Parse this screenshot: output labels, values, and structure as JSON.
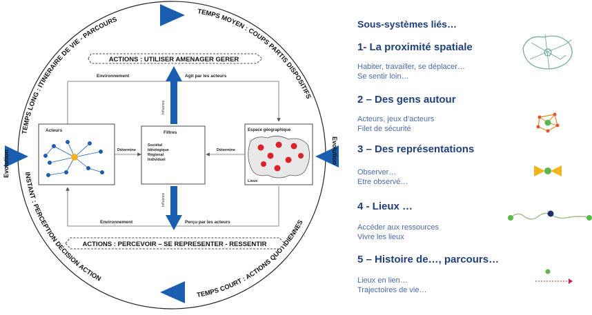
{
  "diagram": {
    "arc_labels": {
      "top_left": "TEMPS LONG : ITINERAIRE DE VIE - PARCOURS",
      "top_right": "TEMPS MOYEN : COUPS PARTIS DISPOSITIFS",
      "bottom_left": "INSTANT : PERCEPTION DECISION ACTION",
      "bottom_right": "TEMPS COURT : ACTIONS QUOTIDIENNES"
    },
    "evolution_left": "Evolution",
    "evolution_right": "Evolution",
    "actions_top": "ACTIONS : UTILISER AMENAGER GERER",
    "actions_bottom": "ACTIONS : PERCEVOIR – SE REPRESENTER - RESSENTIR",
    "env_top": "Environnement",
    "agit": "Agit par les acteurs",
    "env_bottom": "Environnement",
    "percu": "Perçu par les acteurs",
    "influence_top": "Influence",
    "influence_bottom": "Influence",
    "acteurs_title": "Acteurs",
    "filtres_title": "Filtres",
    "filtres_items": [
      "Sociétal",
      "Idéologique",
      "Régional",
      "Individuel"
    ],
    "espace_title": "Espace géographique",
    "lieux": "Lieux",
    "determine_left": "Détermine",
    "determine_right": "Détermine",
    "colors": {
      "arrow": "#1b5eb0",
      "text": "#1f3f7a",
      "red": "#d8232a",
      "gold": "#f2b31c"
    }
  },
  "right": {
    "heading": "Sous-systèmes liés…",
    "sections": [
      {
        "title": "1- La proximité spatiale",
        "lines": [
          "Habiter, travailler, se déplacer…",
          "Se sentir loin…"
        ],
        "icon": "scribble-map-icon"
      },
      {
        "title": "2 – Des gens autour",
        "lines": [
          "Acteurs, jeux d’acteurs",
          "Filet de sécurité"
        ],
        "icon": "actor-network-icon"
      },
      {
        "title": "3 – Des représentations",
        "lines": [
          "Observer…",
          "Etre observé…"
        ],
        "icon": "bowtie-icon"
      },
      {
        "title": "4 - Lieux …",
        "lines": [
          "Accéder aux ressources",
          "Vivre les lieux"
        ],
        "icon": "wavy-line-icon"
      },
      {
        "title": "5 – Histoire de…, parcours…",
        "lines": [
          "Lieux en lien…",
          "Trajectoires  de vie…"
        ],
        "icon": "trajectory-arrow-icon"
      }
    ]
  }
}
